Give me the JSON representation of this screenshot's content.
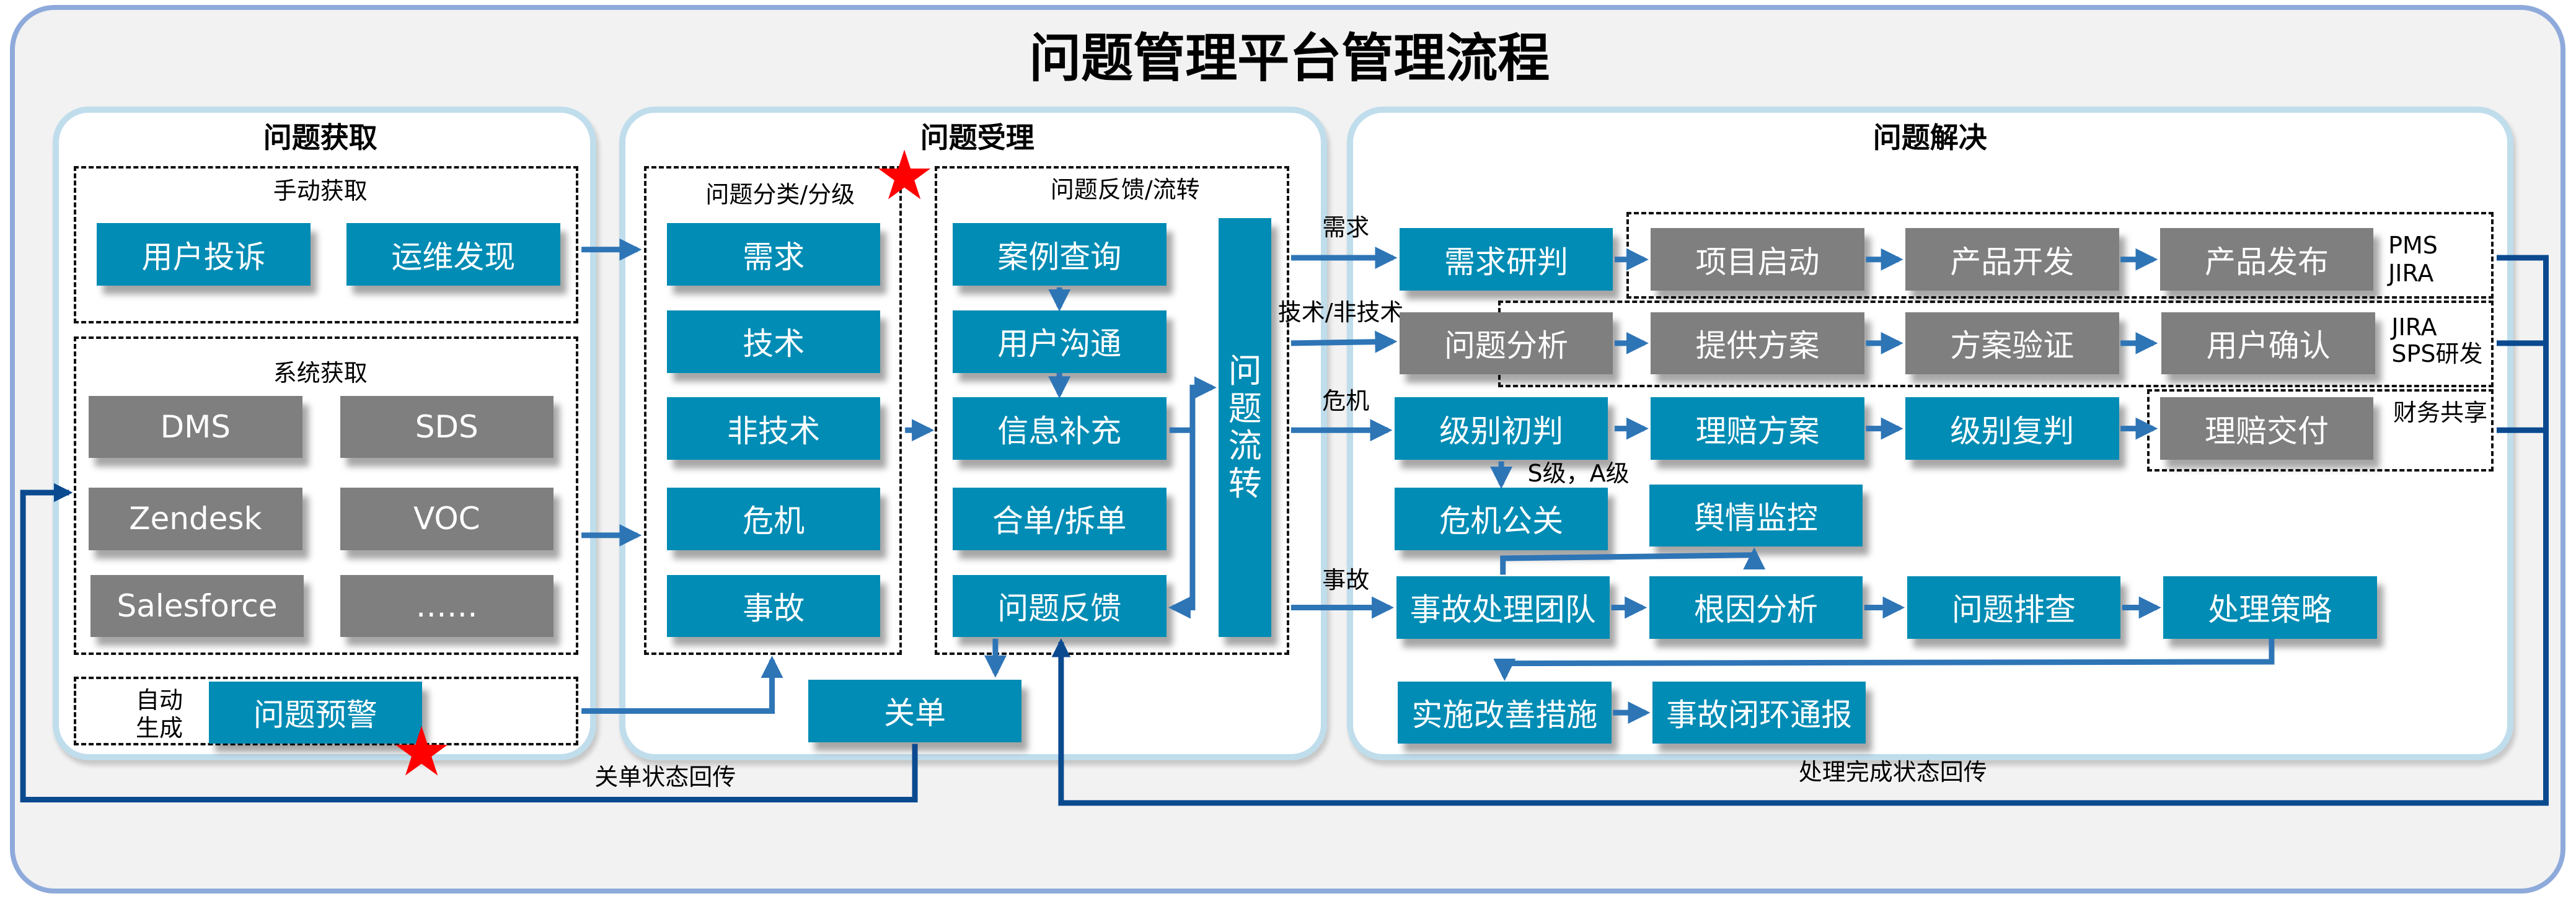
{
  "title": "问题管理平台管理流程",
  "colors": {
    "frame_border": "#8EAADB",
    "background": "#F2F2F2",
    "panel_border": "#C0DDEC",
    "step_blue": "#008CB4",
    "step_gray": "#7F7F7F",
    "arrow_light": "#2E75B6",
    "arrow_dark": "#0B4A8F",
    "highlight_star": "#FF0000"
  },
  "panels": {
    "acquire": {
      "title": "问题获取",
      "manual": {
        "label": "手动获取",
        "items": [
          "用户投诉",
          "运维发现"
        ]
      },
      "system": {
        "label": "系统获取",
        "items": [
          "DMS",
          "SDS",
          "Zendesk",
          "VOC",
          "Salesforce",
          "……"
        ]
      },
      "auto": {
        "label": "自动\n生成",
        "label_line1": "自动",
        "label_line2": "生成",
        "item": "问题预警"
      }
    },
    "accept": {
      "title": "问题受理",
      "classify": {
        "label": "问题分类/分级",
        "items": [
          "需求",
          "技术",
          "非技术",
          "危机",
          "事故"
        ]
      },
      "feedback": {
        "label": "问题反馈/流转",
        "items": [
          "案例查询",
          "用户沟通",
          "信息补充",
          "合单/拆单",
          "问题反馈"
        ],
        "flow_bar": [
          "问",
          "题",
          "流",
          "转"
        ]
      },
      "close": "关单"
    },
    "resolve": {
      "title": "问题解决",
      "rows": [
        {
          "route_label": "需求",
          "steps": [
            "需求研判",
            "项目启动",
            "产品开发",
            "产品发布"
          ],
          "step_colors": [
            "blue",
            "gray",
            "gray",
            "gray"
          ],
          "systems": [
            "PMS",
            "JIRA"
          ]
        },
        {
          "route_label": "技术/非技术",
          "steps": [
            "问题分析",
            "提供方案",
            "方案验证",
            "用户确认"
          ],
          "step_colors": [
            "gray",
            "gray",
            "gray",
            "gray"
          ],
          "systems": [
            "JIRA",
            "SPS研发"
          ]
        },
        {
          "route_label": "危机",
          "steps": [
            "级别初判",
            "理赔方案",
            "级别复判",
            "理赔交付"
          ],
          "step_colors": [
            "blue",
            "blue",
            "blue",
            "gray"
          ],
          "systems": [
            "财务共享"
          ]
        }
      ],
      "crisis_branch": {
        "label": "S级，A级",
        "steps": [
          "危机公关",
          "舆情监控"
        ]
      },
      "incident": {
        "route_label": "事故",
        "steps": [
          "事故处理团队",
          "根因分析",
          "问题排查",
          "处理策略"
        ],
        "followup": [
          "实施改善措施",
          "事故闭环通报"
        ]
      }
    }
  },
  "feedback_loops": {
    "close_status": "关单状态回传",
    "done_status": "处理完成状态回传"
  },
  "icons": [
    "star-marker-icon",
    "arrow-right-icon",
    "arrow-down-icon",
    "arrow-up-icon",
    "arrow-left-icon"
  ]
}
